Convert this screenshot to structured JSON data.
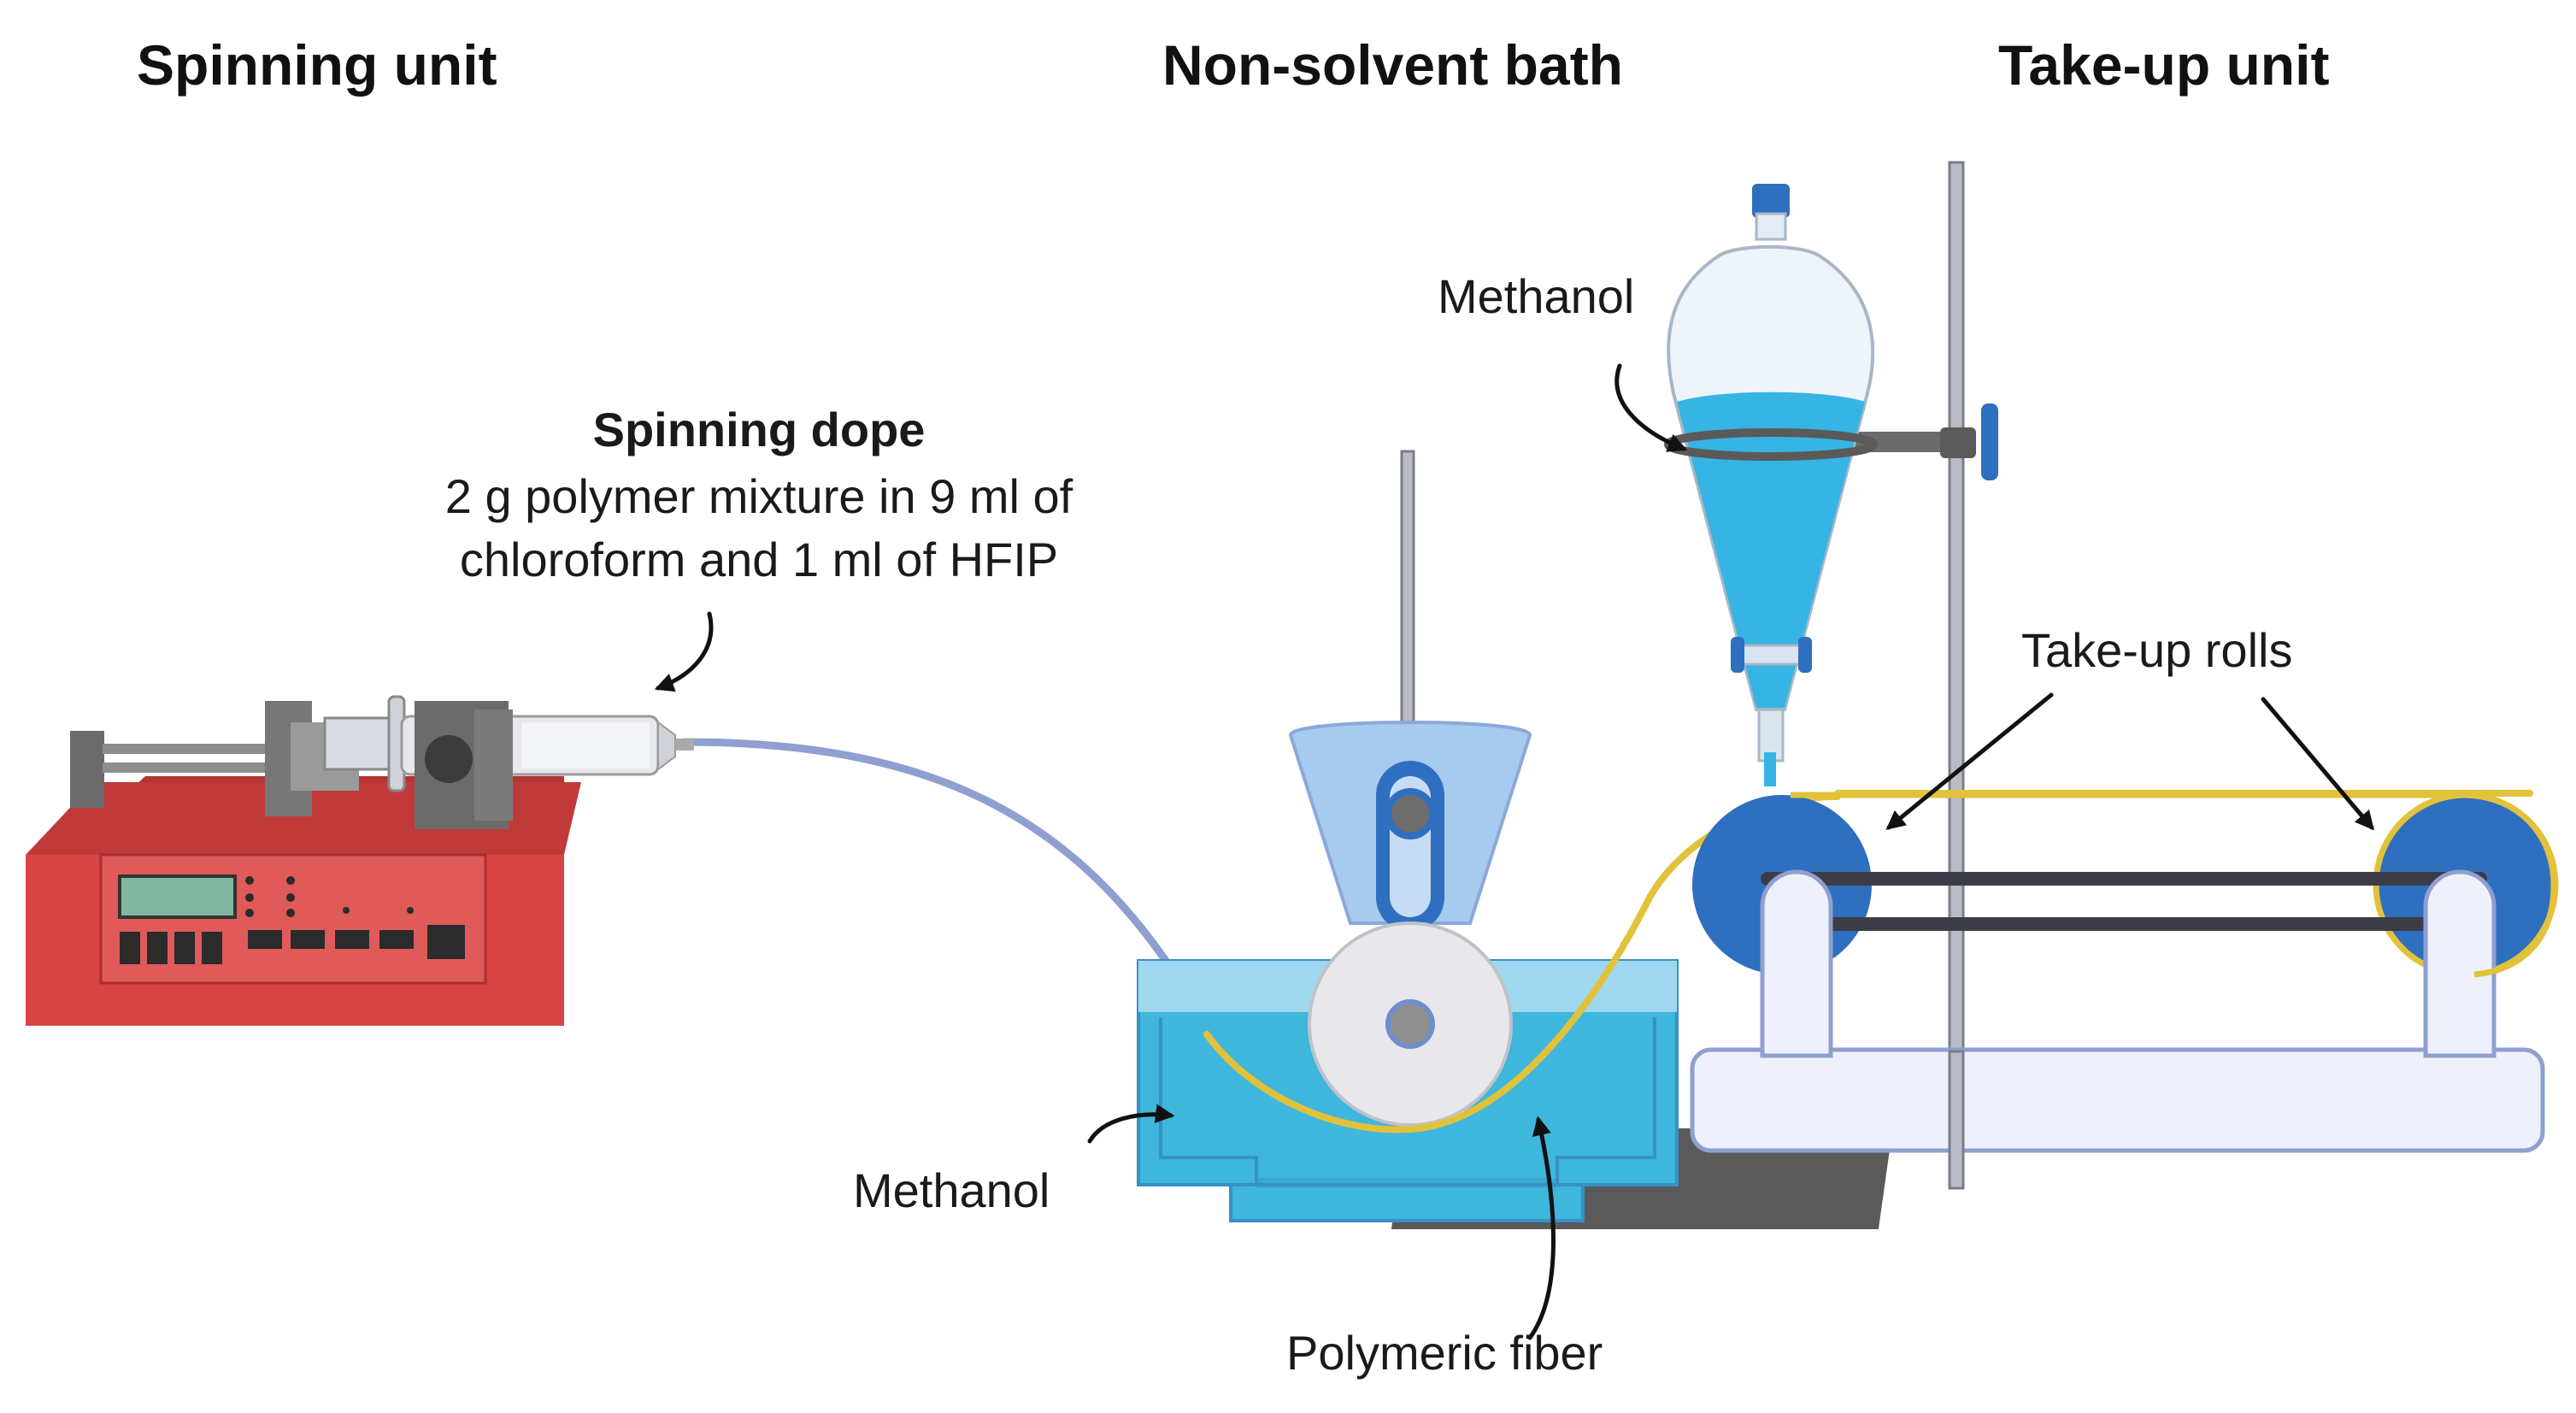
{
  "headings": {
    "spinning_unit": "Spinning unit",
    "non_solvent_bath": "Non-solvent bath",
    "take_up_unit": "Take-up unit"
  },
  "labels": {
    "spinning_dope_title": "Spinning dope",
    "spinning_dope_line1": "2 g polymer mixture in 9 ml of",
    "spinning_dope_line2": "chloroform and 1 ml of HFIP",
    "methanol_funnel": "Methanol",
    "take_up_rolls": "Take-up rolls",
    "methanol_bath": "Methanol",
    "polymeric_fiber": "Polymeric fiber"
  },
  "colors": {
    "pump_red": "#d94545",
    "pump_dark_red": "#b43434",
    "display_green": "#7fb7a0",
    "tubing": "#8f9fd0",
    "bath_water": "#3fb6dc",
    "bath_light": "#9fd8ee",
    "roller_grey": "#e8e8ec",
    "guide_blue": "#a7cbef",
    "fiber_yellow": "#e2c23a",
    "roll_blue": "#2f6fbf",
    "frame_white": "#eef1fb",
    "stand_grey": "#5a5a5a",
    "funnel_blue": "#36b4e3"
  },
  "icons": [
    "syringe-pump-icon",
    "separatory-funnel-icon",
    "retort-stand-icon",
    "guide-roller-icon",
    "take-up-roll-icon"
  ]
}
